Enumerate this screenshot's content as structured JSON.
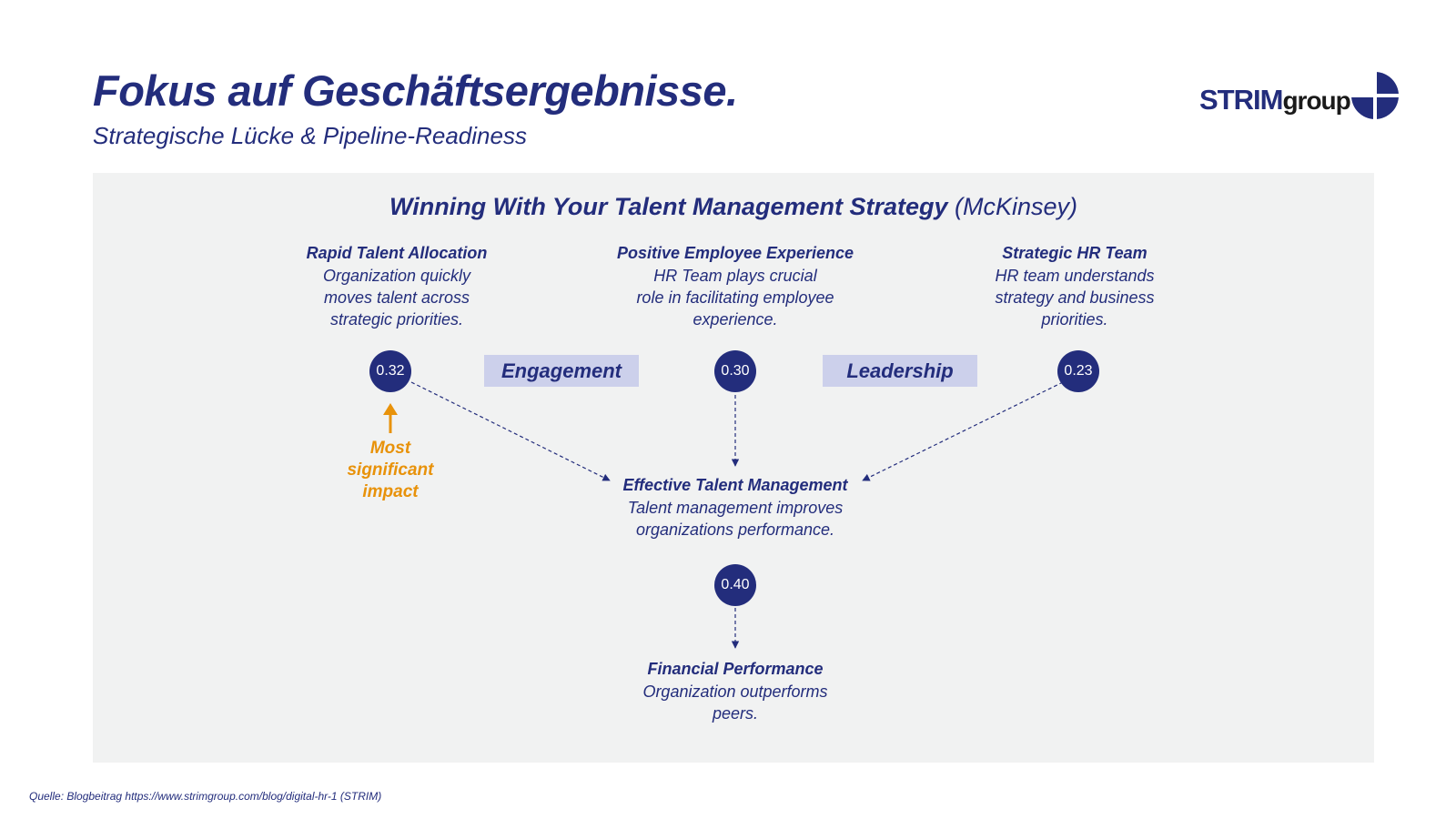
{
  "header": {
    "title": "Fokus auf Geschäftsergebnisse.",
    "subtitle": "Strategische Lücke & Pipeline-Readiness"
  },
  "logo": {
    "text_strim": "STRIM",
    "text_group": "group"
  },
  "diagram": {
    "title_main": "Winning With Your Talent Management Strategy",
    "title_source": "(McKinsey)",
    "nodes": [
      {
        "head": "Rapid Talent Allocation",
        "body": [
          "Organization quickly",
          "moves talent across",
          "strategic priorities."
        ],
        "value": "0.32"
      },
      {
        "head": "Positive Employee Experience",
        "body": [
          "HR Team plays crucial",
          "role in facilitating employee",
          "experience."
        ],
        "value": "0.30"
      },
      {
        "head": "Strategic HR Team",
        "body": [
          "HR team understands",
          "strategy and business",
          "priorities."
        ],
        "value": "0.23"
      },
      {
        "head": "Effective Talent Management",
        "body": [
          "Talent management improves",
          "organizations performance."
        ],
        "value": "0.40"
      },
      {
        "head": "Financial Performance",
        "body": [
          "Organization outperforms",
          "peers."
        ]
      }
    ],
    "tags": [
      "Engagement",
      "Leadership"
    ],
    "impact": [
      "Most",
      "significant",
      "impact"
    ],
    "colors": {
      "primary": "#232d7c",
      "accent": "#e8920a",
      "tag_bg": "#ccd0eb",
      "panel_bg": "#f1f2f2"
    }
  },
  "footer": {
    "source": "Quelle: Blogbeitrag https://www.strimgroup.com/blog/digital-hr-1 (STRIM)"
  }
}
